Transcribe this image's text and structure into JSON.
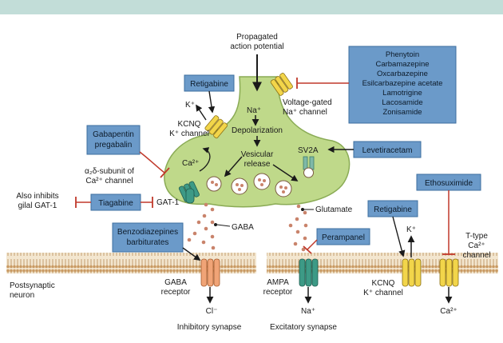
{
  "colors": {
    "header_band": "#c2ddd8",
    "terminal_fill": "#bfd98a",
    "terminal_stroke": "#8aab55",
    "drug_box": "#6b9ac9",
    "inhibit_red": "#c0392b",
    "membrane": "#d9b98d",
    "gaba_receptor": "#f0a477",
    "ampa_receptor": "#3d9a86",
    "channel_yellow": "#f2d54a",
    "vesicle": "#c9836b",
    "neurotransmitter_dot": "#c9836b"
  },
  "labels": {
    "propagated": [
      "Propagated",
      "action potential"
    ],
    "voltage_gated": [
      "Voltage-gated",
      "Na⁺ channel"
    ],
    "na_in": "Na⁺",
    "depolarization": "Depolarization",
    "k_out": "K⁺",
    "kcnq_top": [
      "KCNQ",
      "K⁺ channel"
    ],
    "vesicular": [
      "Vesicular",
      "release"
    ],
    "sv2a": "SV2A",
    "ca_in": "Ca²⁺",
    "alpha2delta": [
      "α₂δ-subunit of",
      "Ca²⁺ channel"
    ],
    "also_inhibits": [
      "Also inhibits",
      "gilal GAT-1"
    ],
    "gat1": "GAT-1",
    "gaba": "GABA",
    "glutamate": "Glutamate",
    "postsynaptic": [
      "Postsynaptic",
      "neuron"
    ],
    "gaba_receptor": [
      "GABA",
      "receptor"
    ],
    "ampa_receptor": [
      "AMPA",
      "receptor"
    ],
    "cl_out": "Cl⁻",
    "na_out": "Na⁺",
    "k_right": "K⁺",
    "kcnq_bottom": [
      "KCNQ",
      "K⁺ channel"
    ],
    "t_type": [
      "T-type",
      "Ca²⁺",
      "channel"
    ],
    "ca_out": "Ca²⁺",
    "inhibitory_synapse": "Inhibitory synapse",
    "excitatory_synapse": "Excitatory synapse"
  },
  "drugs": {
    "sodium_blockers": [
      "Phenytoin",
      "Carbamazepine",
      "Oxcarbazepine",
      "Esilcarbazepine acetate",
      "Lamotrigine",
      "Lacosamide",
      "Zonisamide"
    ],
    "retigabine_top": "Retigabine",
    "gabapentin": [
      "Gabapentin",
      "pregabalin"
    ],
    "levetiracetam": "Levetiracetam",
    "tiagabine": "Tiagabine",
    "benzodiazepines": [
      "Benzodiazepines",
      "barbiturates"
    ],
    "perampanel": "Perampanel",
    "retigabine_right": "Retigabine",
    "ethosuximide": "Ethosuximide"
  }
}
